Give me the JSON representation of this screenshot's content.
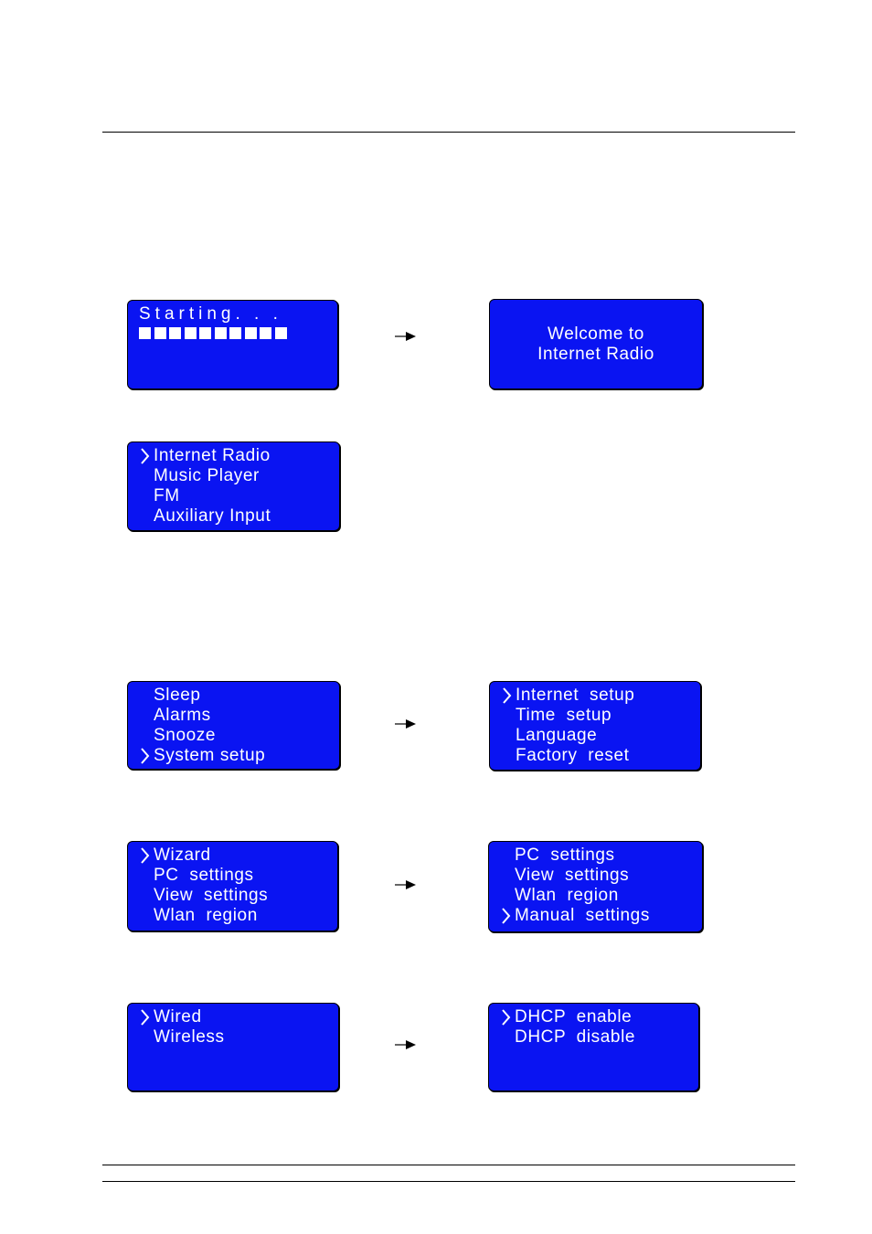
{
  "screens": {
    "starting": {
      "text": "Starting. . .",
      "progress_blocks": 10
    },
    "welcome": {
      "lines": [
        "Welcome to",
        "Internet Radio"
      ]
    },
    "main_menu": {
      "items": [
        "Internet Radio",
        "Music Player",
        "FM",
        "Auxiliary Input"
      ],
      "selected": 0
    },
    "sleep_menu": {
      "items": [
        "Sleep",
        "Alarms",
        "Snooze",
        "System setup"
      ],
      "selected": 3
    },
    "system_setup": {
      "items": [
        "Internet  setup",
        "Time  setup",
        "Language",
        "Factory  reset"
      ],
      "selected": 0
    },
    "internet_setup": {
      "items": [
        "Wizard",
        "PC  settings",
        "View  settings",
        "Wlan  region"
      ],
      "selected": 0
    },
    "internet_setup_scrolled": {
      "items": [
        "PC  settings",
        "View  settings",
        "Wlan  region",
        "Manual  settings"
      ],
      "selected": 3
    },
    "manual_settings": {
      "items": [
        "Wired",
        "Wireless"
      ],
      "selected": 0
    },
    "wired": {
      "items": [
        "DHCP  enable",
        "DHCP  disable"
      ],
      "selected": 0
    }
  },
  "colors": {
    "lcd_background": "#0a14f2",
    "lcd_text": "#ffffff"
  },
  "icons": {
    "cursor": "chevron-right-icon",
    "flow": "arrow-right-icon"
  }
}
